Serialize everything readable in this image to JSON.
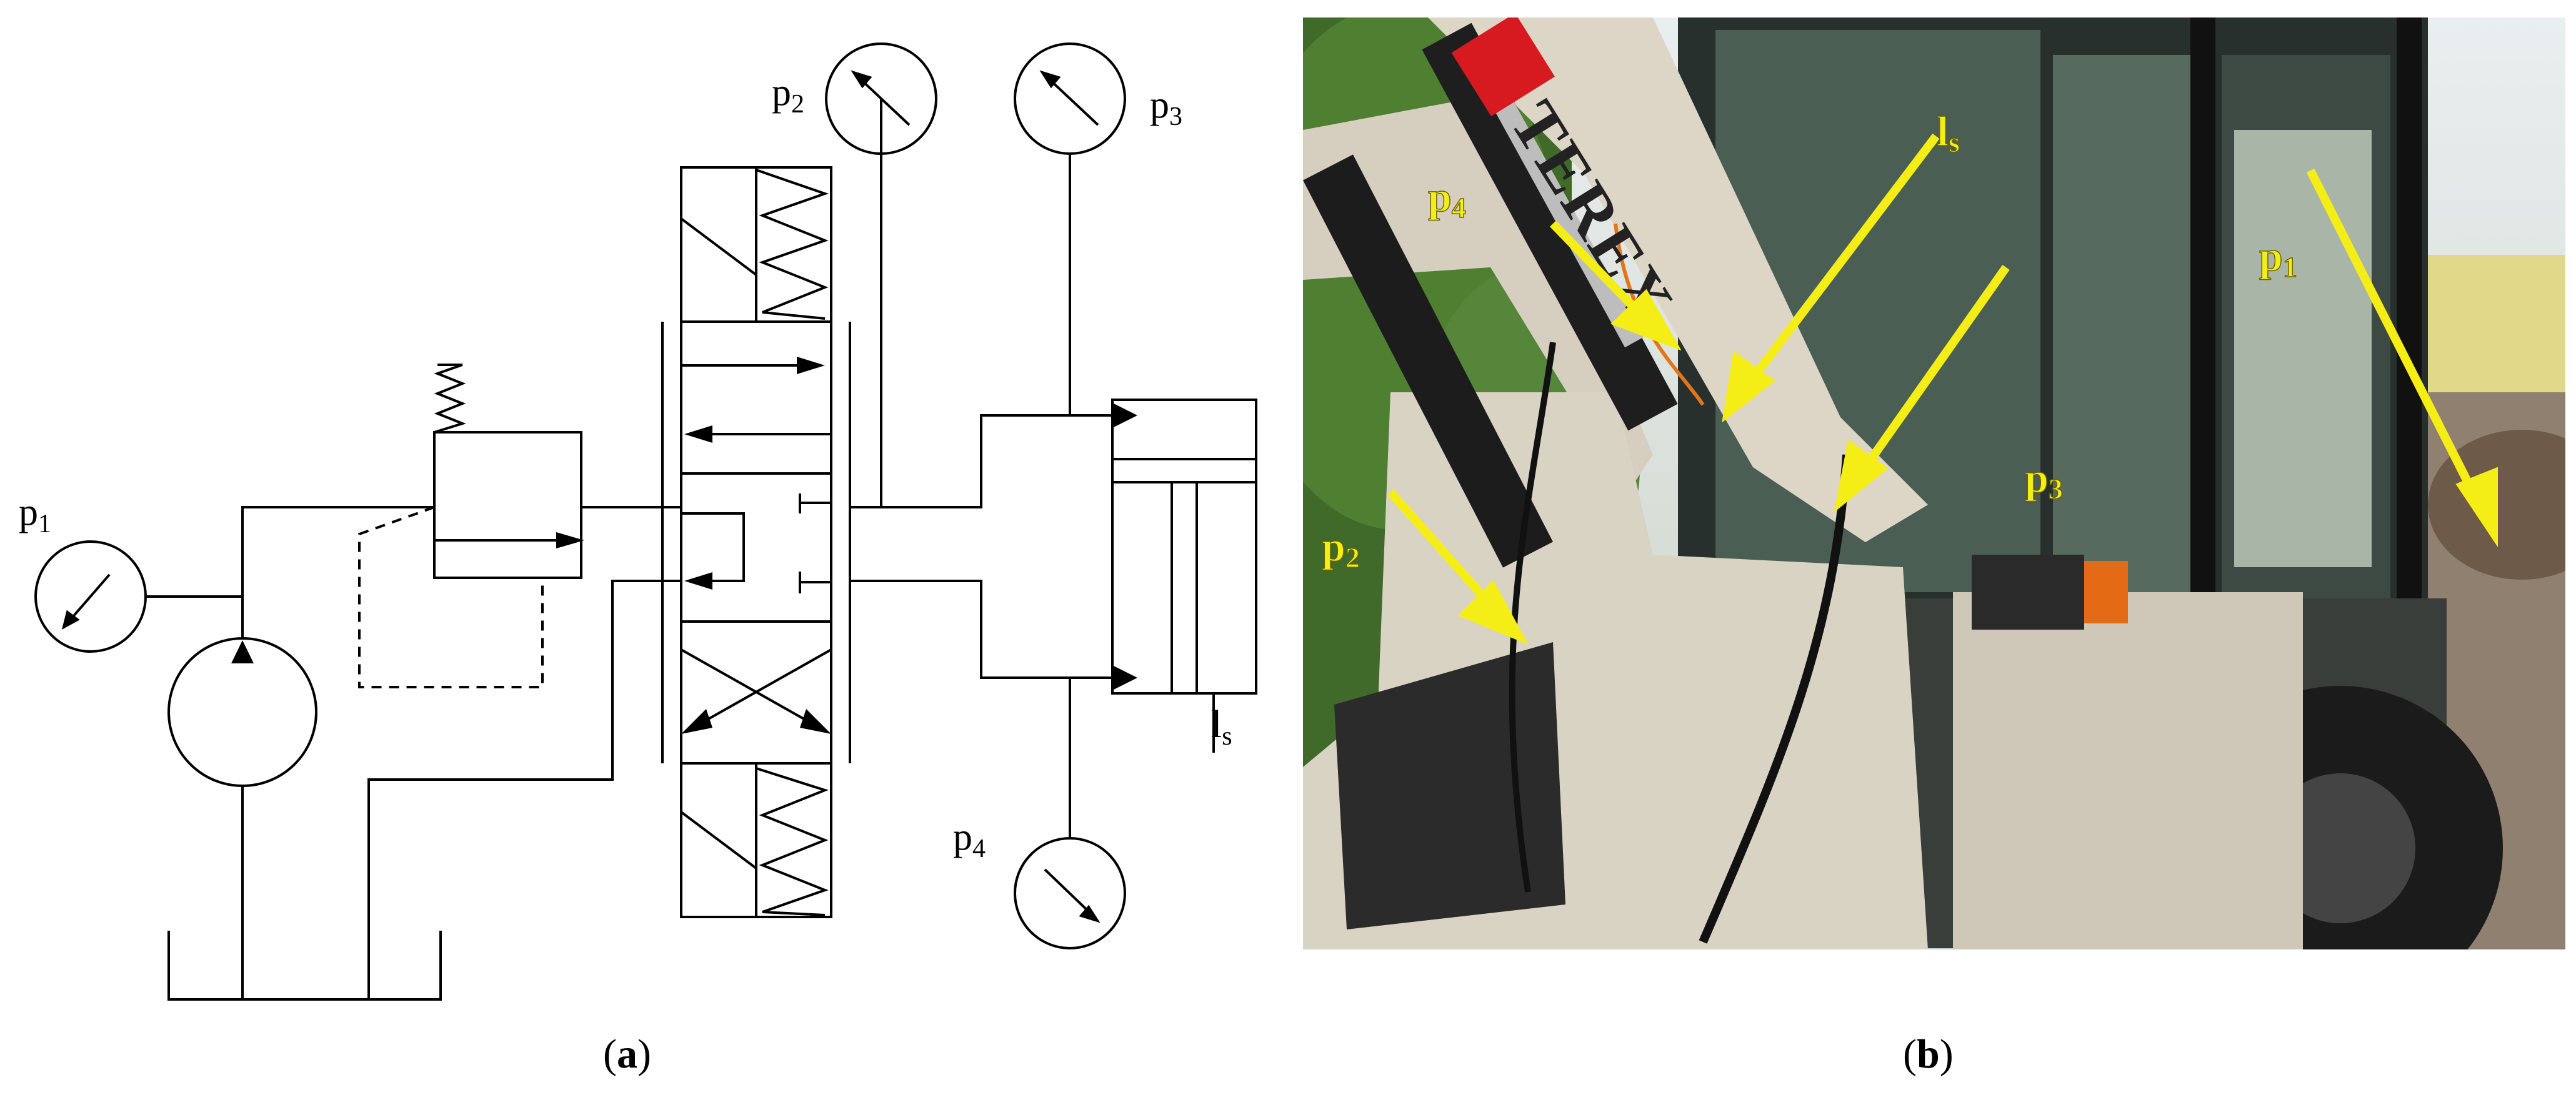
{
  "panel_a": {
    "labels": {
      "p1": "p",
      "p1_sub": "1",
      "p2": "p",
      "p2_sub": "2",
      "p3": "p",
      "p3_sub": "3",
      "p4": "p",
      "p4_sub": "4",
      "ls": "l",
      "ls_sub": "s"
    },
    "caption": {
      "open": "(",
      "letter": "a",
      "close": ")"
    }
  },
  "panel_b": {
    "brand_text": "TEREX",
    "labels": {
      "p1": "p",
      "p1_sub": "1",
      "p2": "p",
      "p2_sub": "2",
      "p3": "p",
      "p3_sub": "3",
      "p4": "p",
      "p4_sub": "4",
      "ls": "l",
      "ls_sub": "s"
    },
    "caption": {
      "open": "(",
      "letter": "b",
      "close": ")"
    }
  },
  "colors": {
    "annotation": "#f5ee16",
    "line": "#000000",
    "machine_body": "#d9d3c4"
  }
}
